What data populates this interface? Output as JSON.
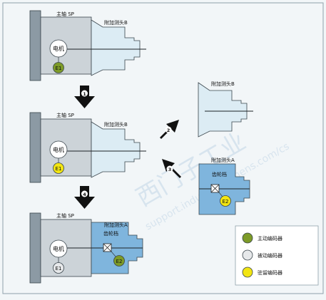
{
  "labels": {
    "spindle": "主轴 SP",
    "head_b": "附加测头B",
    "head_a": "附加测头A",
    "motor": "电机",
    "gear": "齿轮档"
  },
  "encoders": {
    "e1": "E1",
    "e2": "E2"
  },
  "steps": [
    "1",
    "2",
    "3",
    "4"
  ],
  "legend": {
    "active": "主动编码器",
    "passive": "被动编码器",
    "stop": "驻留编码器"
  },
  "watermark": {
    "line1": "西门子工业",
    "line2": "support.industry.siemens.com/cs"
  },
  "colors": {
    "background": "#f2f6f8",
    "flange": "#8c9aa4",
    "spindle_body": "#ccd3d8",
    "head_b_fill": "#dcecf4",
    "head_a_fill": "#7fb5dd",
    "active_encoder": "#7d9b28",
    "passive_encoder": "#e6e8ea",
    "stop_encoder": "#f2e512",
    "arrow": "#111111"
  }
}
